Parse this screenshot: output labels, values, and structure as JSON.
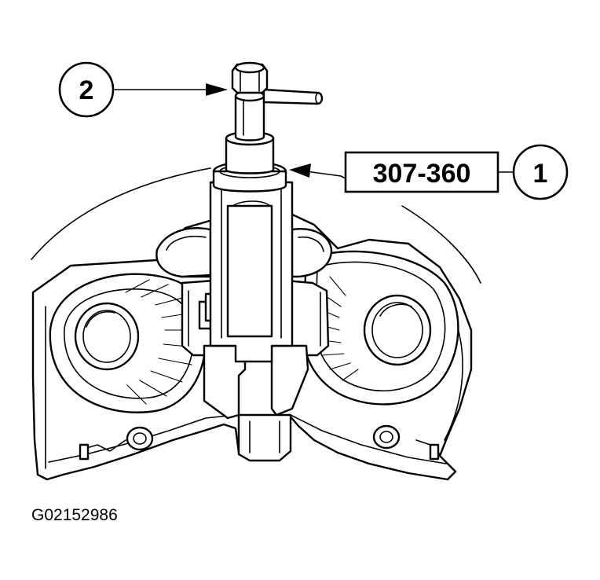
{
  "callouts": [
    {
      "number": "1",
      "label": "307-360"
    },
    {
      "number": "2"
    }
  ],
  "figure_id": "G02152986",
  "colors": {
    "ink": "#000000",
    "paper": "#ffffff"
  }
}
